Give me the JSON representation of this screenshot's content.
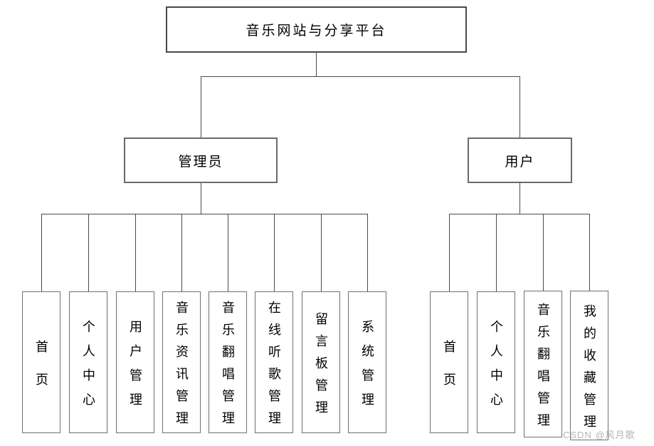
{
  "diagram": {
    "title": "音乐网站与分享平台",
    "root": {
      "label": "音乐网站与分享平台"
    },
    "branches": [
      {
        "label": "管理员",
        "children": [
          "首页",
          "个人中心",
          "用户管理",
          "音乐资讯管理",
          "音乐翻唱管理",
          "在线听歌管理",
          "留言板管理",
          "系统管理"
        ]
      },
      {
        "label": "用户",
        "children": [
          "首页",
          "个人中心",
          "音乐翻唱管理",
          "我的收藏管理"
        ]
      }
    ]
  },
  "watermark": {
    "text": "CSDN @风月歌"
  },
  "colors": {
    "background": "#ffffff",
    "root_border": "#4a4a4a",
    "branch_border": "#6a6a6a",
    "leaf_border": "#707070",
    "connector": "#4b4b4b",
    "text": "#000000",
    "watermark": "#b5b5b5"
  }
}
